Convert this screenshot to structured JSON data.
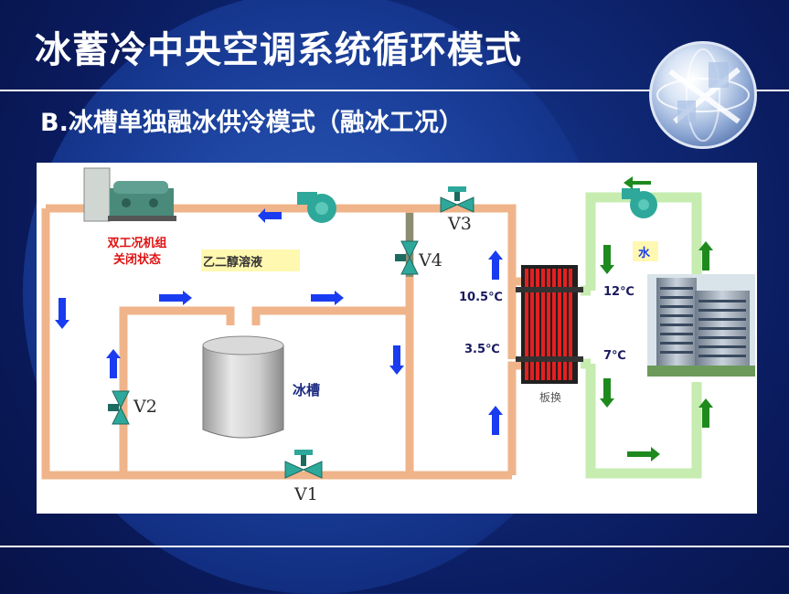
{
  "slide": {
    "title": "冰蓄冷中央空调系统循环模式",
    "subtitle": "B.冰槽单独融冰供冷模式（融冰工况）"
  },
  "diagram": {
    "chiller_label_line1": "双工况机组",
    "chiller_label_line2": "关闭状态",
    "glycol_label": "乙二醇溶液",
    "water_label": "水",
    "tank_label": "冰槽",
    "hx_label": "板换",
    "valves": {
      "v1": "V1",
      "v2": "V2",
      "v3": "V3",
      "v4": "V4"
    },
    "temps": {
      "glycol_in": "10.5℃",
      "glycol_out": "3.5℃",
      "water_in": "12℃",
      "water_out": "7℃"
    }
  },
  "colors": {
    "pipe_copper": "#f0b48a",
    "pipe_water": "#c6ecb0",
    "arrow_blue": "#1a3cf0",
    "arrow_green": "#1e8a1e",
    "valve": "#2ea89a",
    "label_red": "#e01010"
  }
}
